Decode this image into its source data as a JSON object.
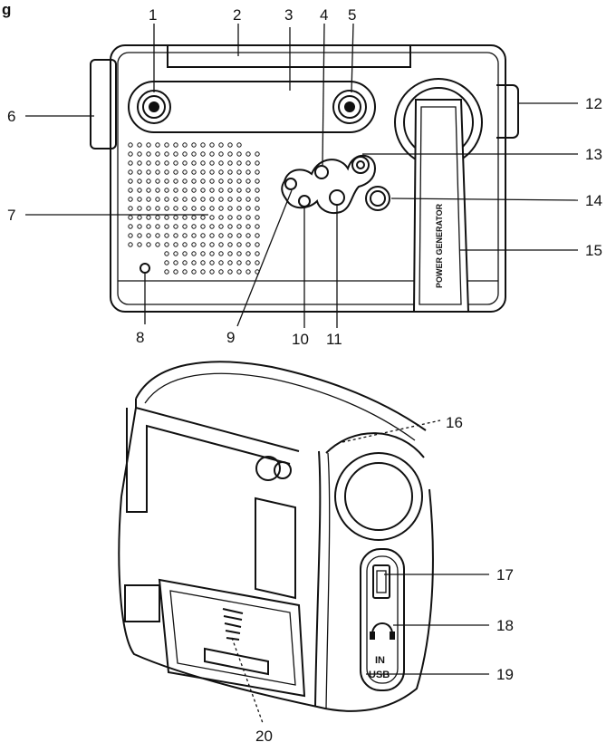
{
  "figure": {
    "heading": "g",
    "panel_text": "POWER GENERATOR",
    "jack_in_text": "IN",
    "jack_usb_text": "USB"
  },
  "callouts": [
    {
      "id": "1",
      "text": "1"
    },
    {
      "id": "2",
      "text": "2"
    },
    {
      "id": "3",
      "text": "3"
    },
    {
      "id": "4",
      "text": "4"
    },
    {
      "id": "5",
      "text": "5"
    },
    {
      "id": "6",
      "text": "6"
    },
    {
      "id": "7",
      "text": "7"
    },
    {
      "id": "8",
      "text": "8"
    },
    {
      "id": "9",
      "text": "9"
    },
    {
      "id": "10",
      "text": "10"
    },
    {
      "id": "11",
      "text": "11"
    },
    {
      "id": "12",
      "text": "12"
    },
    {
      "id": "13",
      "text": "13"
    },
    {
      "id": "14",
      "text": "14"
    },
    {
      "id": "15",
      "text": "15"
    },
    {
      "id": "16",
      "text": "16"
    },
    {
      "id": "17",
      "text": "17"
    },
    {
      "id": "18",
      "text": "18"
    },
    {
      "id": "19",
      "text": "19"
    },
    {
      "id": "20",
      "text": "20"
    }
  ],
  "colors": {
    "line": "#111111",
    "background": "#ffffff"
  }
}
